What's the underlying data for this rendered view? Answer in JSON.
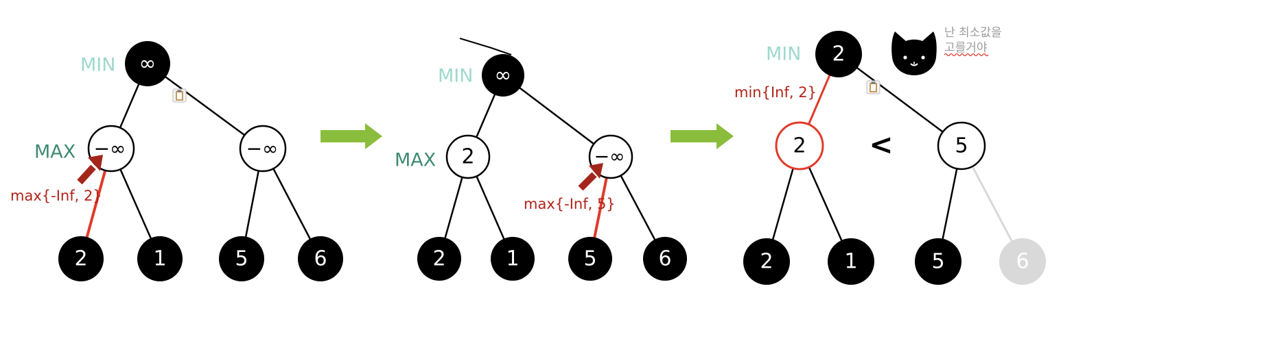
{
  "colors": {
    "min_label": "#9fd9cc",
    "max_label": "#3f8a73",
    "annotation": "#b22318",
    "arrow": "#8bbd3c",
    "pointer": "#a3261c",
    "highlight": "#e03a2a",
    "faded": "#d9d9d9",
    "note": "#9b9b9b",
    "squiggle": "#e0302a"
  },
  "icons": {
    "clipboard": "clipboard-icon",
    "cat": "cat-icon",
    "arrow": "right-arrow-icon",
    "pointer": "pointer-arrow-icon"
  },
  "panel1": {
    "min_label": "MIN",
    "max_label": "MAX",
    "root": "∞",
    "max_left": "−∞",
    "max_right": "−∞",
    "leaves": [
      "2",
      "1",
      "5",
      "6"
    ],
    "annotation": "max{-Inf, 2}"
  },
  "panel2": {
    "min_label": "MIN",
    "max_label": "MAX",
    "root": "∞",
    "max_left": "2",
    "max_right": "−∞",
    "leaves": [
      "2",
      "1",
      "5",
      "6"
    ],
    "annotation": "max{-Inf, 5}"
  },
  "panel3": {
    "min_label": "MIN",
    "root": "2",
    "max_left": "2",
    "max_right": "5",
    "comparison": "<",
    "leaves": [
      "2",
      "1",
      "5",
      "6"
    ],
    "annotation": "min{Inf, 2}",
    "note_line1": "난 최소값을",
    "note_line2": "고를거야"
  }
}
